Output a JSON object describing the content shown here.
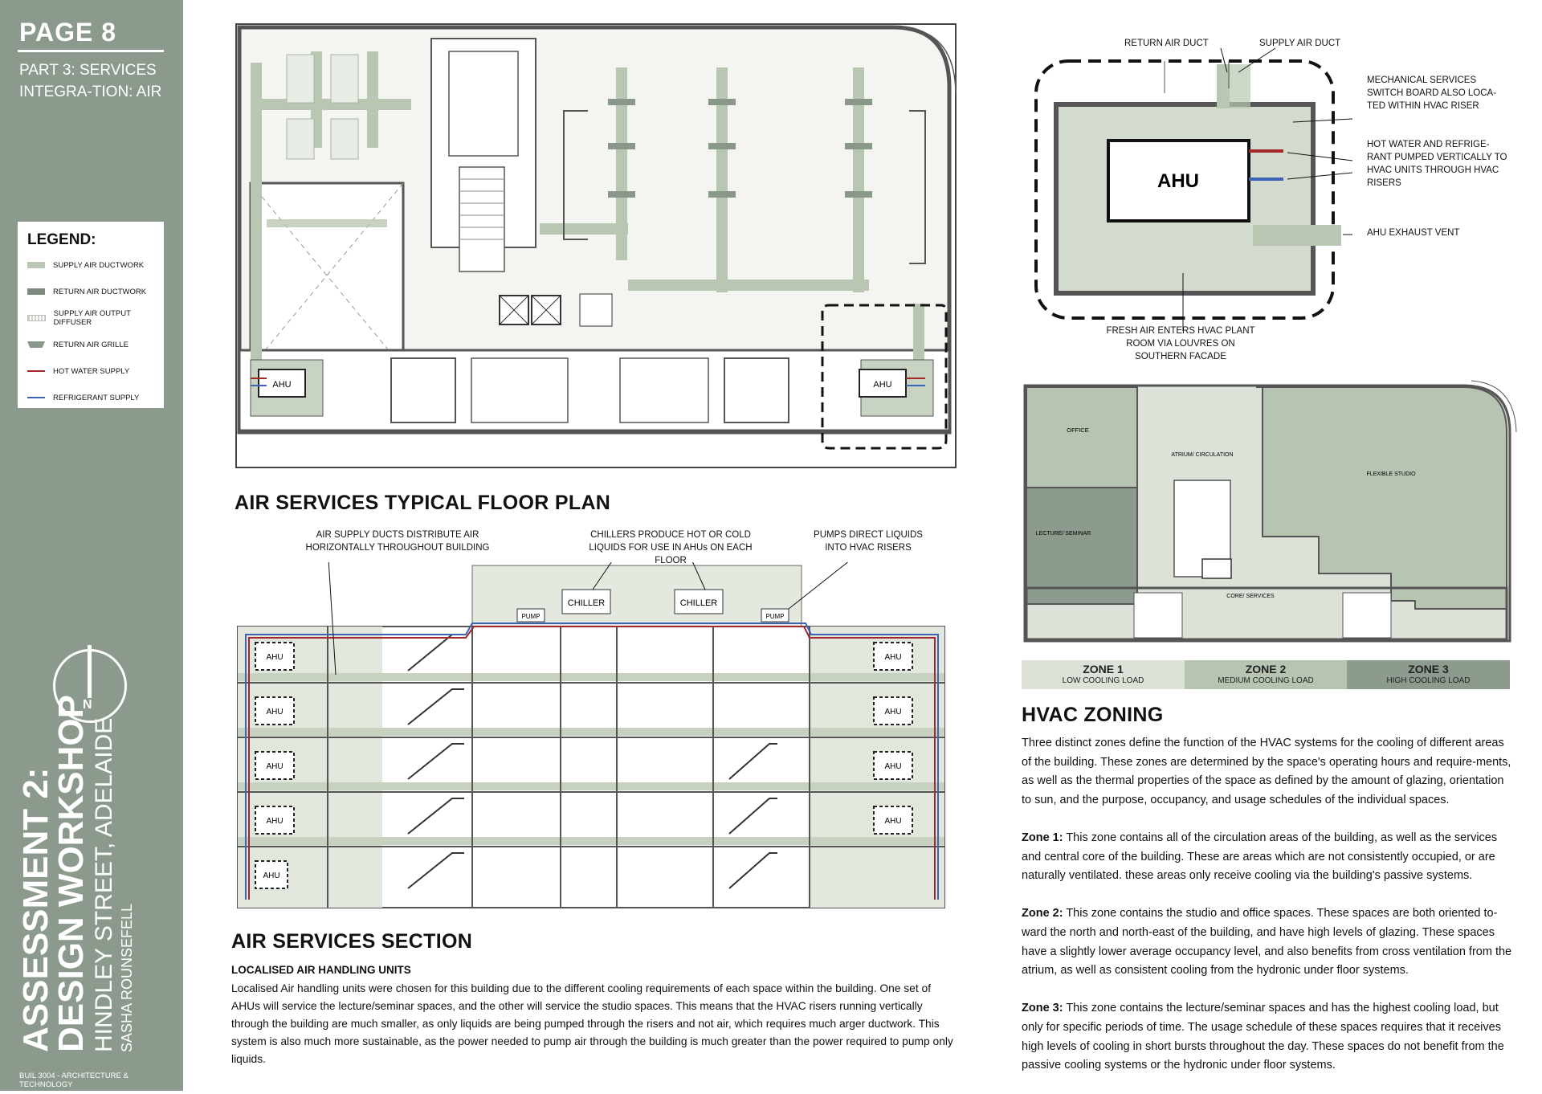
{
  "sidebar": {
    "page_number": "PAGE 8",
    "part": "PART 3: SERVICES INTEGRA-TION: AIR",
    "north_label": "N",
    "assessment_line1": "ASSESSMENT 2:",
    "assessment_line2": "DESIGN WORKSHOP",
    "location": "HINDLEY STREET, ADELAIDE",
    "author": "SASHA ROUNSEFELL",
    "course": "BUIL 3004 - ARCHITECTURE & TECHNOLOGY"
  },
  "legend": {
    "title": "LEGEND:",
    "items": [
      {
        "label": "SUPPLY AIR DUCTWORK",
        "color": "#b9c7b2"
      },
      {
        "label": "RETURN AIR DUCTWORK",
        "color": "#7d8c7e"
      },
      {
        "label": "SUPPLY AIR OUTPUT DIFFUSER",
        "color": "#d6ddd2"
      },
      {
        "label": "RETURN AIR GRILLE",
        "color": "#8a978b"
      },
      {
        "label": "HOT WATER SUPPLY",
        "color": "#a3282b"
      },
      {
        "label": "REFRIGERANT SUPPLY",
        "color": "#3c63b5"
      }
    ]
  },
  "floor_plan": {
    "heading": "AIR SERVICES TYPICAL FLOOR PLAN",
    "ahu_left": "AHU",
    "ahu_right": "AHU"
  },
  "plant_room": {
    "ahu": "AHU",
    "return_air_duct": "RETURN AIR DUCT",
    "supply_air_duct": "SUPPLY AIR DUCT",
    "switchboard": "MECHANICAL SERVICES SWITCH BOARD ALSO LOCA-TED WITHIN HVAC RISER",
    "hot_water": "HOT WATER AND REFRIGE-RANT PUMPED VERTICALLY TO HVAC UNITS THROUGH HVAC RISERS",
    "exhaust": "AHU EXHAUST VENT",
    "fresh_air": "FRESH AIR ENTERS HVAC PLANT ROOM VIA LOUVRES ON SOUTHERN FACADE"
  },
  "section": {
    "heading": "AIR SERVICES SECTION",
    "callout_ducts": "AIR SUPPLY DUCTS DISTRIBUTE AIR HORIZONTALLY THROUGHOUT BUILDING",
    "callout_chillers": "CHILLERS PRODUCE HOT OR COLD LIQUIDS FOR USE IN AHUs ON EACH FLOOR",
    "callout_pumps": "PUMPS DIRECT LIQUIDS INTO HVAC RISERS",
    "chiller": "CHILLER",
    "pump": "PUMP",
    "ahu": "AHU",
    "subheading": "LOCALISED AIR HANDLING UNITS",
    "body": "Localised Air handling units were chosen for this building due to the different cooling requirements of each space within the building. One set of AHUs will service the lecture/seminar spaces, and the other will service the studio spaces. This means that the HVAC risers running vertically through the building are much smaller, as only liquids are being pumped through the risers and not air, which requires much arger ductwork. This system is also much more sustainable, as the power needed to pump air through the building is much greater than the power required to pump only liquids."
  },
  "zoning_plan": {
    "office": "OFFICE",
    "atrium": "ATRIUM/ CIRCULATION",
    "flexible": "FLEXIBLE STUDIO",
    "lecture": "LECTURE/ SEMINAR",
    "core": "CORE/ SERVICES"
  },
  "zones": [
    {
      "title": "ZONE 1",
      "subtitle": "LOW COOLING LOAD",
      "color": "#dde2d8"
    },
    {
      "title": "ZONE 2",
      "subtitle": "MEDIUM COOLING LOAD",
      "color": "#b7c4b2"
    },
    {
      "title": "ZONE 3",
      "subtitle": "HIGH COOLING LOAD",
      "color": "#8d9b8e"
    }
  ],
  "hvac": {
    "heading": "HVAC ZONING",
    "intro": "Three distinct zones define the function of the HVAC systems for the cooling of different areas of the building. These zones are determined by the space's operating hours and require-ments, as well as the thermal properties of the space as defined by the amount of glazing, orientation to sun, and the purpose, occupancy, and usage schedules of the individual spaces.",
    "zone1_label": "Zone 1:",
    "zone1": " This zone contains all of the circulation areas of the building, as well as the services and central core of the building. These are areas which are not consistently occupied, or are naturally ventilated. these areas only receive cooling via the building's passive systems.",
    "zone2_label": "Zone 2:",
    "zone2": " This zone contains the studio and office spaces. These spaces are both oriented to-ward the north and north-east of the building, and have high levels of glazing. These spaces have a slightly lower average occupancy level, and also benefits from cross ventilation from the atrium, as well as consistent cooling from the hydronic under floor systems.",
    "zone3_label": "Zone 3:",
    "zone3": " This zone contains the lecture/seminar spaces and has the highest cooling load, but only for specific periods of time. The usage schedule of these spaces requires that it receives high levels of cooling in short bursts throughout the day. These spaces do not benefit from the passive cooling systems or the hydronic under floor systems."
  }
}
